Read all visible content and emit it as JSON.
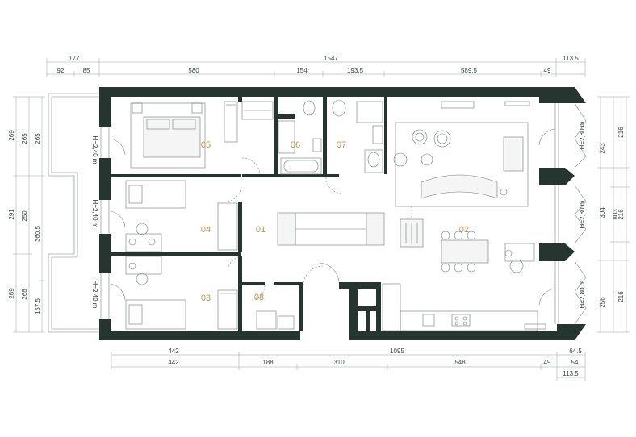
{
  "plan": {
    "rooms": [
      {
        "id": "room-01",
        "label": "01"
      },
      {
        "id": "room-02",
        "label": "02"
      },
      {
        "id": "room-03",
        "label": "03"
      },
      {
        "id": "room-04",
        "label": "04"
      },
      {
        "id": "room-05",
        "label": "05"
      },
      {
        "id": "room-06",
        "label": "06"
      },
      {
        "id": "room-07",
        "label": "07"
      },
      {
        "id": "room-08",
        "label": "08"
      }
    ],
    "heights": {
      "left_rooms": "H=2,40 m",
      "right_windows": "H=2,80 m"
    },
    "dims_top": {
      "row1": [
        "177",
        "1547",
        "113.5"
      ],
      "row2": [
        "92",
        "85",
        "580",
        "154",
        "193.5",
        "589.5",
        "49"
      ]
    },
    "dims_bottom": {
      "row1": [
        "442",
        "1095",
        "64.5"
      ],
      "row2": [
        "442",
        "188",
        "310",
        "548",
        "49",
        "54"
      ],
      "row3": [
        "113.5"
      ]
    },
    "dims_left": {
      "outer": [
        "269",
        "291",
        "269"
      ],
      "middle": [
        "265",
        "250",
        "268"
      ],
      "inner": [
        "265",
        "360.5",
        "157.5"
      ]
    },
    "dims_right": {
      "inner": [
        "243",
        "304",
        "256"
      ],
      "outer": [
        "216",
        "803",
        "216",
        "216"
      ]
    },
    "colors": {
      "wall": "#26352f",
      "room_label": "#c8924a",
      "dim_text": "#3c4a46"
    }
  }
}
